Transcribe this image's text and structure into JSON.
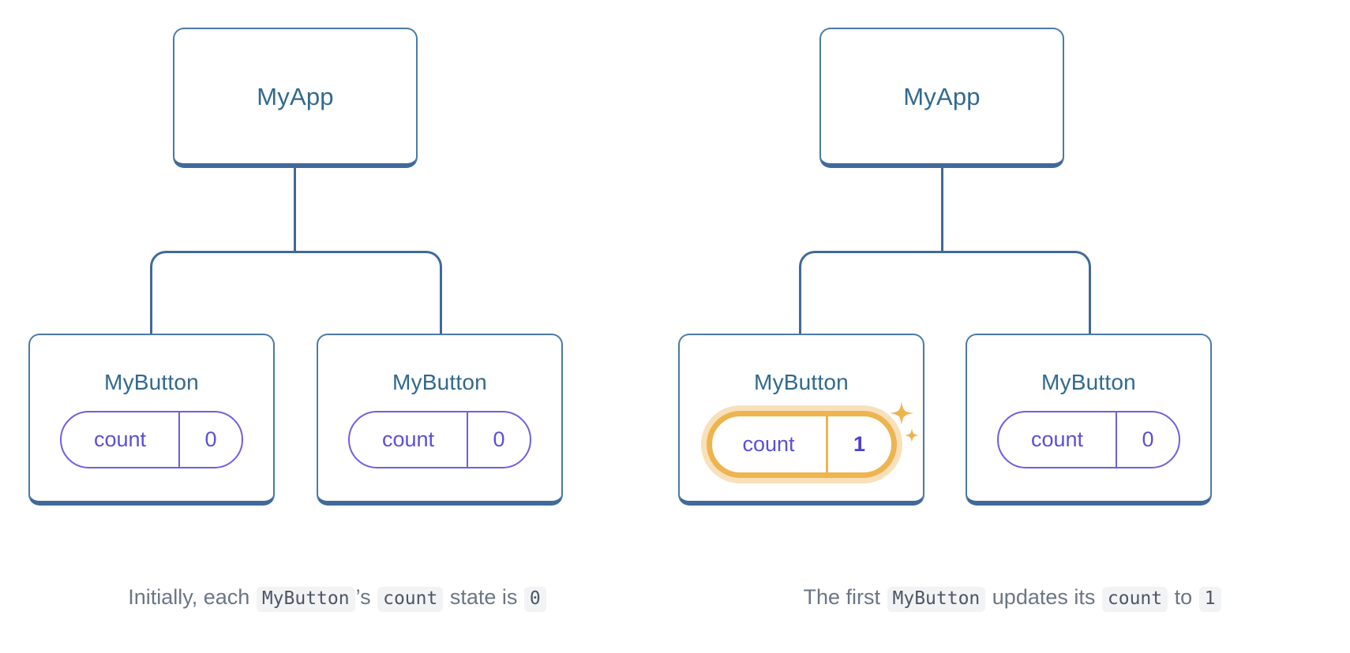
{
  "theme": {
    "background": "#ffffff",
    "node_border": "#4a7aa7",
    "node_border_bottom": "#41699a",
    "node_text": "#31698f",
    "pill_border": "#6d5fe0",
    "pill_text": "#5b4fd6",
    "highlight": "#eeb44f",
    "highlight_glow": "#f3c781",
    "caption_text": "#6b7585",
    "chip_bg": "#f2f3f5"
  },
  "panels": [
    {
      "id": "initial-state",
      "root": {
        "label": "MyApp"
      },
      "children": [
        {
          "label": "MyButton",
          "state": {
            "key": "count",
            "value": "0"
          },
          "highlighted": false
        },
        {
          "label": "MyButton",
          "state": {
            "key": "count",
            "value": "0"
          },
          "highlighted": false
        }
      ],
      "caption": [
        {
          "type": "text",
          "text": "Initially, each "
        },
        {
          "type": "code",
          "text": "MyButton"
        },
        {
          "type": "text",
          "text": "’s "
        },
        {
          "type": "code",
          "text": "count"
        },
        {
          "type": "text",
          "text": " state is "
        },
        {
          "type": "code",
          "text": "0"
        }
      ]
    },
    {
      "id": "updated-state",
      "root": {
        "label": "MyApp"
      },
      "children": [
        {
          "label": "MyButton",
          "state": {
            "key": "count",
            "value": "1"
          },
          "highlighted": true,
          "sparkles": "sparkles-icon"
        },
        {
          "label": "MyButton",
          "state": {
            "key": "count",
            "value": "0"
          },
          "highlighted": false
        }
      ],
      "caption": [
        {
          "type": "text",
          "text": "The first "
        },
        {
          "type": "code",
          "text": "MyButton"
        },
        {
          "type": "text",
          "text": " updates its "
        },
        {
          "type": "code",
          "text": "count"
        },
        {
          "type": "text",
          "text": " to "
        },
        {
          "type": "code",
          "text": "1"
        }
      ]
    }
  ]
}
